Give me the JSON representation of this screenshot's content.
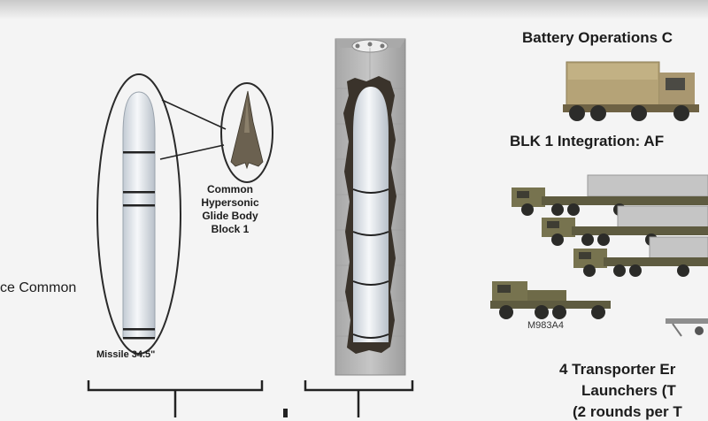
{
  "labels": {
    "battery_ops": "Battery Operations C",
    "blk1": "BLK 1 Integration:  AF",
    "glide_line1": "Common",
    "glide_line2": "Hypersonic",
    "glide_line3": "Glide Body",
    "glide_line4": "Block 1",
    "left_common": "ce Common",
    "missile": "Missile  34.5\"",
    "vehicle_code": "M983A4",
    "transporter_line1": "4 Transporter Er",
    "transporter_line2": "Launchers  (T",
    "transporter_line3": "(2 rounds per T"
  },
  "colors": {
    "background": "#f4f4f4",
    "missile_body": "#dde3ea",
    "canister": "#b9b9b9",
    "truck_tan": "#b5a377",
    "truck_olive": "#77734f",
    "trailer_gray": "#c5c5c5",
    "glide_body": "#6b6150"
  }
}
